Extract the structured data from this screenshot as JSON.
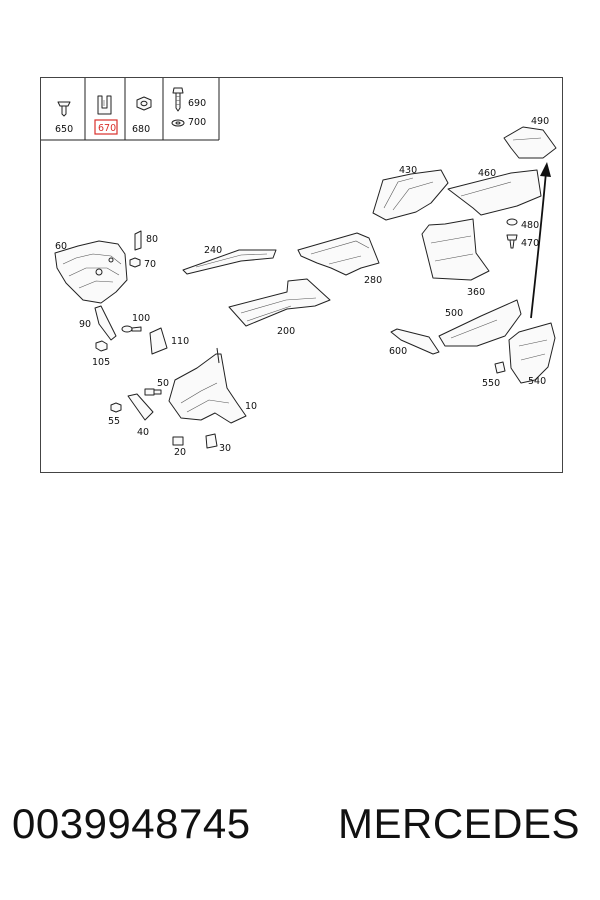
{
  "legend": [
    {
      "label": "650",
      "icon": "push-clip-icon"
    },
    {
      "label": "670",
      "icon": "retaining-clip-icon",
      "highlighted": true
    },
    {
      "label": "680",
      "icon": "hex-nut-icon"
    },
    {
      "label": "690",
      "icon": "screw-icon"
    },
    {
      "label": "700",
      "icon": "washer-icon"
    }
  ],
  "callouts": {
    "p10": "10",
    "p20": "20",
    "p30": "30",
    "p40": "40",
    "p50": "50",
    "p55": "55",
    "p60": "60",
    "p70": "70",
    "p80": "80",
    "p90": "90",
    "p100": "100",
    "p105": "105",
    "p110": "110",
    "p200": "200",
    "p240": "240",
    "p280": "280",
    "p360": "360",
    "p430": "430",
    "p460": "460",
    "p470": "470",
    "p480": "480",
    "p490": "490",
    "p500": "500",
    "p540": "540",
    "p550": "550",
    "p600": "600"
  },
  "footer": {
    "part_number": "0039948745",
    "brand": "MERCEDES"
  },
  "colors": {
    "highlight": "#d9302b",
    "line": "#222222"
  }
}
